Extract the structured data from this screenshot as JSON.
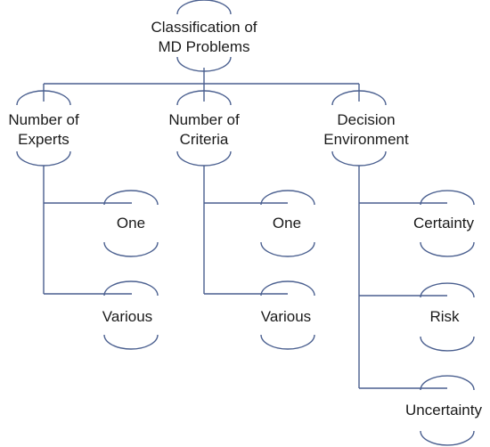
{
  "root": {
    "line1": "Classification  of",
    "line2": "MD Problems"
  },
  "branches": [
    {
      "line1": "Number of",
      "line2": "Experts",
      "children": [
        "One",
        "Various"
      ]
    },
    {
      "line1": "Number of",
      "line2": "Criteria",
      "children": [
        "One",
        "Various"
      ]
    },
    {
      "line1": "Decision",
      "line2": "Environment",
      "children": [
        "Certainty",
        "Risk",
        "Uncertainty"
      ]
    }
  ],
  "colors": {
    "line": "#4a5f8f",
    "text": "#1a1a1a",
    "background": "#ffffff"
  }
}
